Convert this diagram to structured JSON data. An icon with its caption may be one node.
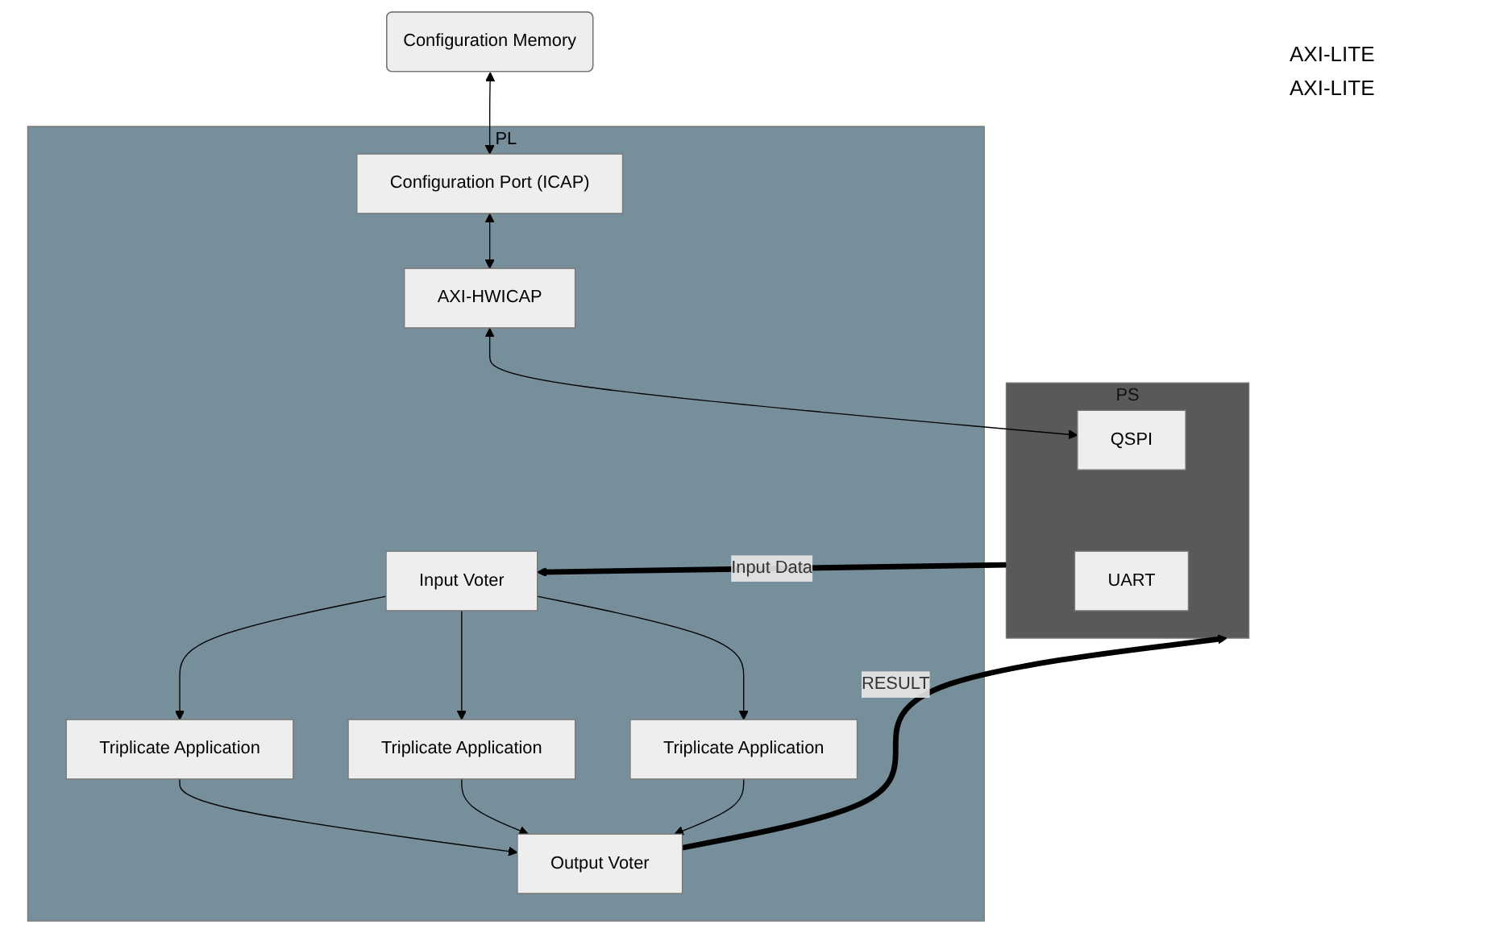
{
  "diagram": {
    "nodes": [
      {
        "text": [
          "Configuration Memory"
        ]
      },
      {
        "text": [
          "PL"
        ]
      },
      {
        "text": [
          "Configuration Port (ICAP)"
        ],
        "in": 1
      },
      {
        "text": [
          "Output Voter"
        ],
        "in": 1
      },
      {
        "text": [
          "Triplicate Application"
        ],
        "in": 1
      },
      {
        "text": [
          "Triplicate Application"
        ],
        "in": 1
      },
      {
        "text": [
          "Triplicate Application"
        ],
        "in": 1
      },
      {
        "text": [
          "AXI-HWICAP"
        ],
        "in": 1
      },
      {
        "text": [
          "Input Voter"
        ],
        "in": 1
      },
      {
        "text": [
          "PS"
        ]
      },
      {
        "text": [
          "QSPI"
        ],
        "in": 9
      },
      {
        "text": [
          "UART"
        ],
        "in": 9
      }
    ],
    "edges": [
      {
        "from": 0,
        "to": 2,
        "arrow": "both"
      },
      {
        "from": 2,
        "to": 7,
        "arrow": "both"
      },
      {
        "from": 7,
        "to": 10,
        "arrow": "both"
      },
      {
        "from": 8,
        "to": 4,
        "arrow": "to"
      },
      {
        "from": 8,
        "to": 5,
        "arrow": "to"
      },
      {
        "from": 8,
        "to": 6,
        "arrow": "to"
      },
      {
        "from": 4,
        "to": 3,
        "arrow": "to"
      },
      {
        "from": 5,
        "to": 3,
        "arrow": "to"
      },
      {
        "from": 6,
        "to": 3,
        "arrow": "to"
      },
      {
        "from": 9,
        "to": 8,
        "arrow": "to",
        "label": "Input Data",
        "style": "thick"
      },
      {
        "from": 3,
        "to": 9,
        "arrow": "to",
        "label": "RESULT",
        "style": "thick"
      }
    ],
    "labels": [
      "AXI-LITE",
      "AXI-LITE"
    ]
  }
}
